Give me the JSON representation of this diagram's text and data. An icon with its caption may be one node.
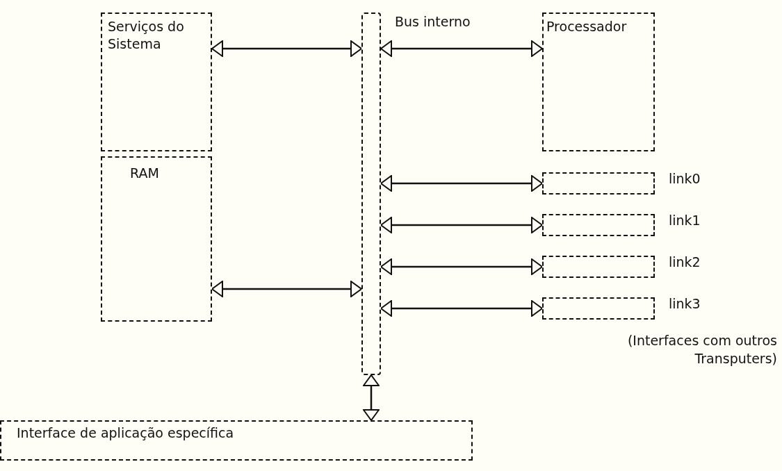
{
  "diagram": {
    "nodes": [
      {
        "text": [
          "Serviços do Sistema"
        ]
      },
      {
        "text": [
          "RAM"
        ]
      },
      {
        "text": [],
        "shape": "bar",
        "beside": [
          "Bus interno"
        ]
      },
      {
        "text": [
          "Processador"
        ]
      },
      {
        "text": [],
        "shape": "box",
        "beside": [
          "link0"
        ]
      },
      {
        "text": [],
        "shape": "box",
        "beside": [
          "link1"
        ]
      },
      {
        "text": [],
        "shape": "box",
        "beside": [
          "link2"
        ]
      },
      {
        "text": [],
        "shape": "box",
        "beside": [
          "link3"
        ]
      },
      {
        "text": [
          "Interface de aplicação específica"
        ]
      }
    ],
    "edges": [
      {
        "from": 0,
        "to": 2,
        "arrow": "both"
      },
      {
        "from": 2,
        "to": 3,
        "arrow": "both"
      },
      {
        "from": 1,
        "to": 2,
        "arrow": "both"
      },
      {
        "from": 2,
        "to": 4,
        "arrow": "both"
      },
      {
        "from": 2,
        "to": 5,
        "arrow": "both"
      },
      {
        "from": 2,
        "to": 6,
        "arrow": "both"
      },
      {
        "from": 2,
        "to": 7,
        "arrow": "both"
      },
      {
        "from": 2,
        "to": 8,
        "arrow": "both"
      }
    ],
    "labels": [
      "(Interfaces com outros Transputers)"
    ]
  }
}
